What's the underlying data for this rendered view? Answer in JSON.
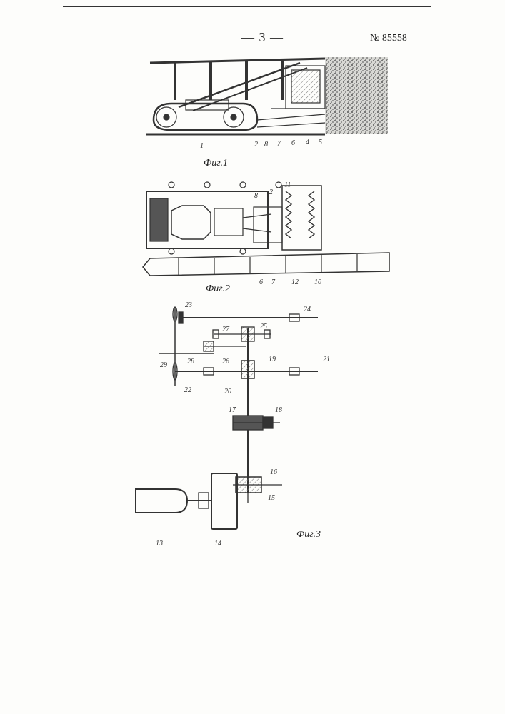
{
  "header": {
    "page_number": "— 3 —",
    "patent_number": "№ 85558"
  },
  "figures": {
    "fig1": {
      "caption": "Фиг.1",
      "labels": [
        "1",
        "2",
        "8",
        "7",
        "6",
        "4",
        "5"
      ]
    },
    "fig2": {
      "caption": "Фиг.2",
      "labels": [
        "8",
        "2",
        "11",
        "6",
        "7",
        "12",
        "10"
      ]
    },
    "fig3": {
      "caption": "Фиг.3",
      "labels": [
        "23",
        "24",
        "27",
        "25",
        "28",
        "26",
        "29",
        "22",
        "19",
        "21",
        "20",
        "17",
        "18",
        "16",
        "15",
        "13",
        "14"
      ]
    }
  },
  "colors": {
    "ink": "#333333",
    "paper": "#fdfdfb",
    "hatch": "#777777"
  }
}
